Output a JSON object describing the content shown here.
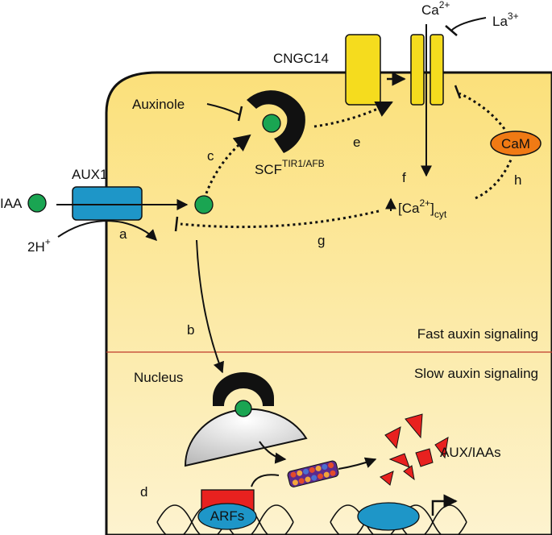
{
  "labels": {
    "ca": "Ca",
    "ca_sup": "2+",
    "la": "La",
    "la_sup": "3+",
    "cngc14": "CNGC14",
    "auxinole": "Auxinole",
    "scf": "SCF",
    "scf_sup": "TIR1/AFB",
    "cam": "CaM",
    "aux1": "AUX1",
    "iaa": "IAA",
    "two_h": "2H",
    "two_h_sup": "+",
    "cacyt_open": "[Ca",
    "cacyt_sup": "2+",
    "cacyt_close": "]",
    "cacyt_sub": "cyt",
    "fast": "Fast auxin signaling",
    "slow": "Slow auxin signaling",
    "nucleus": "Nucleus",
    "auxiaas": "AUX/IAAs",
    "arfs": "ARFs",
    "step_a": "a",
    "step_b": "b",
    "step_c": "c",
    "step_d": "d",
    "step_e": "e",
    "step_f": "f",
    "step_g": "g",
    "step_h": "h"
  },
  "colors": {
    "cell_top": "#fbe07a",
    "cell_bottom": "#fdf3cf",
    "channel": "#f5dc1e",
    "aux1": "#1e96c8",
    "auxin": "#1aa552",
    "cam": "#f07a14",
    "arf_block": "#e8211f",
    "arf_oval": "#1e96c8",
    "aux_iaa_fragments": "#e8211f",
    "divider": "#c0392b",
    "nucleus": "#b8b8b8"
  }
}
